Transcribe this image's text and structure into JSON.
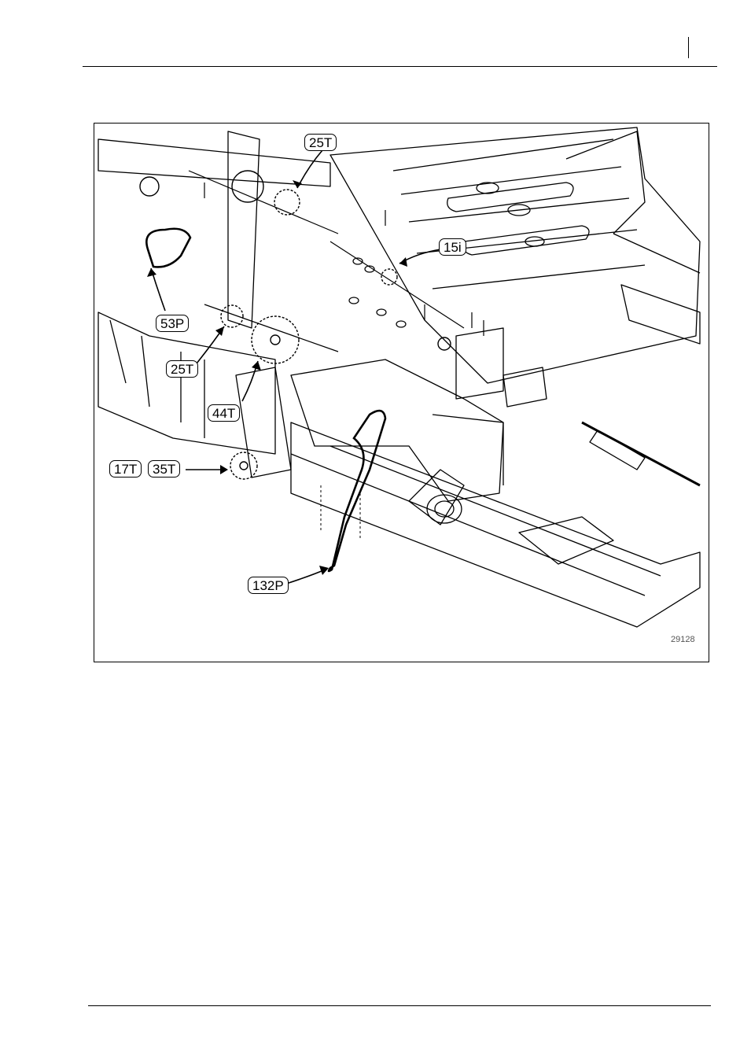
{
  "figure": {
    "callouts": {
      "top_sprocket": "25T",
      "idler": "15i",
      "upper_chain": "53P",
      "mid_sprocket": "25T",
      "large_sprocket": "44T",
      "lower_sprocket_a": "17T",
      "lower_sprocket_b": "35T",
      "long_chain": "132P"
    },
    "figure_number": "29128"
  }
}
